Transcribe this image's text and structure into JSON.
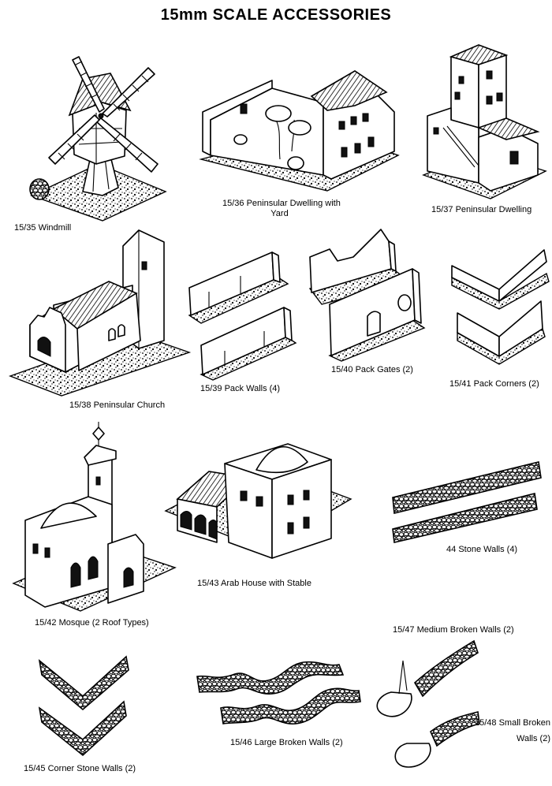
{
  "title": "15mm SCALE ACCESSORIES",
  "items": [
    {
      "code": "15/35",
      "name": "Windmill"
    },
    {
      "code": "15/36",
      "name": "Peninsular Dwelling with",
      "name2": "Yard"
    },
    {
      "code": "15/37",
      "name": "Peninsular Dwelling"
    },
    {
      "code": "15/38",
      "name": "Peninsular Church"
    },
    {
      "code": "15/39",
      "name": "Pack Walls (4)"
    },
    {
      "code": "15/40",
      "name": "Pack Gates (2)"
    },
    {
      "code": "15/41",
      "name": "Pack Corners (2)"
    },
    {
      "code": "15/42",
      "name": "Mosque (2 Roof  Types)"
    },
    {
      "code": "15/43",
      "name": "Arab House with Stable"
    },
    {
      "code": "44",
      "name": "Stone  Walls  (4)"
    },
    {
      "code": "15/47",
      "name": "Medium Broken Walls (2)"
    },
    {
      "code": "15/45",
      "name": "Corner Stone Walls (2)"
    },
    {
      "code": "15/46",
      "name": "Large Broken Walls (2)"
    },
    {
      "code": "15/48",
      "name": "Small Broken",
      "name2": "Walls (2)"
    }
  ]
}
